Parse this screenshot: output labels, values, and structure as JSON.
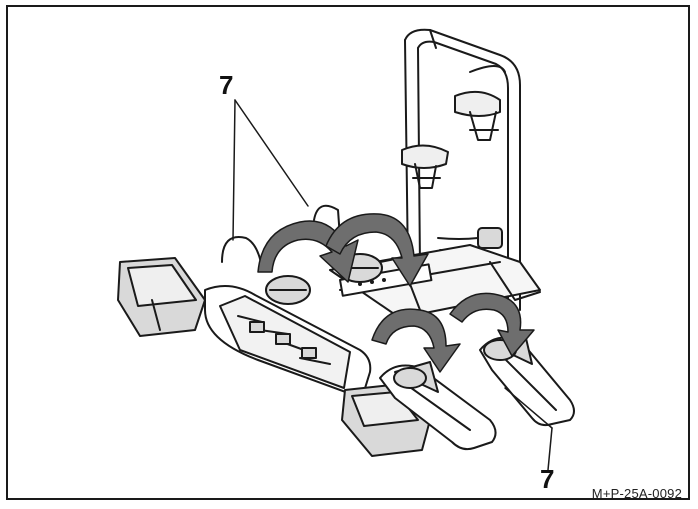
{
  "figure": {
    "callout_top": "7",
    "callout_bottom": "7",
    "reference_code": "M+P-25A-0092"
  },
  "colors": {
    "line": "#1a1a1a",
    "arrow_fill": "#6e6e6e",
    "shade": "#d9d9d9",
    "light": "#efefef"
  },
  "icons": [
    "rotation-arrow-icon"
  ]
}
